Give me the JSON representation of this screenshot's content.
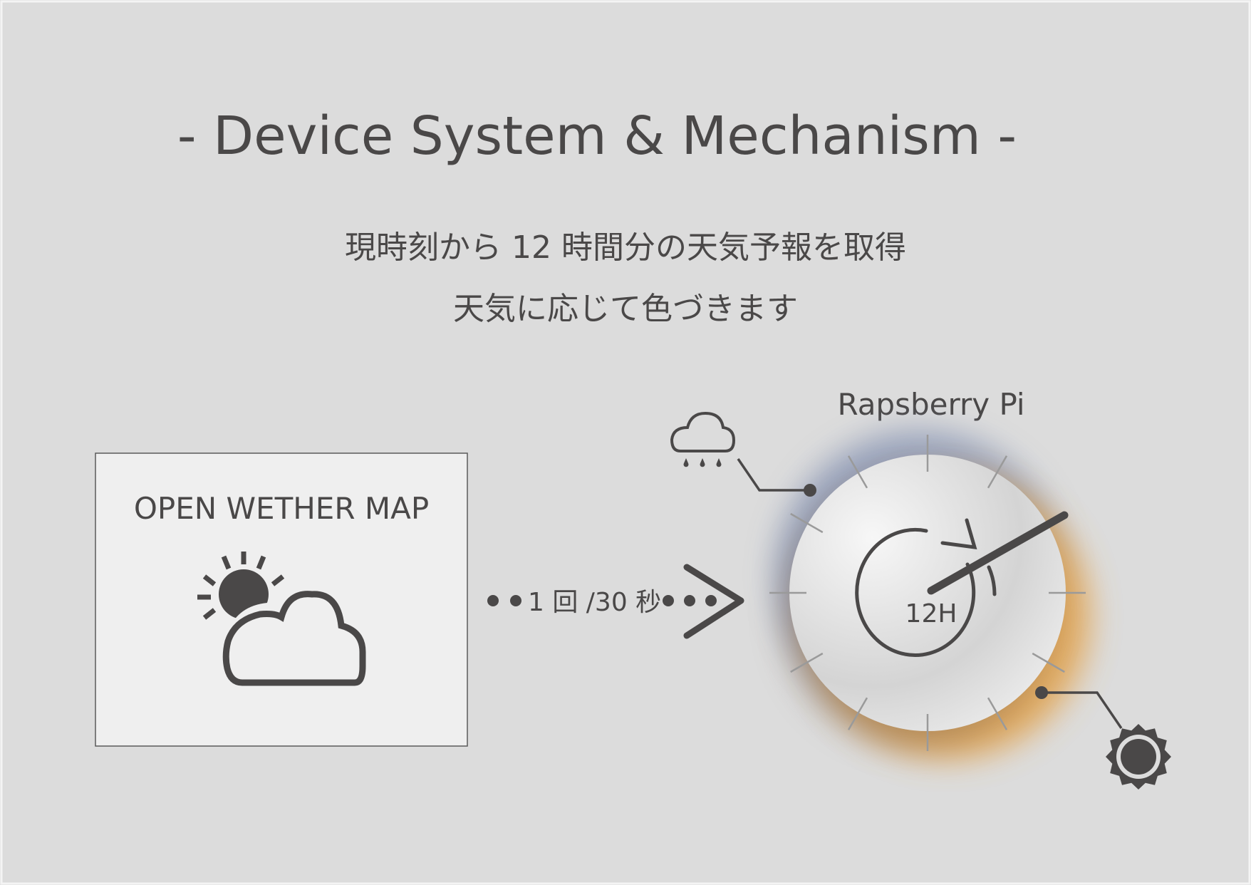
{
  "title": "- Device System & Mechanism -",
  "description": {
    "line1": "現時刻から 12 時間分の天気予報を取得",
    "line2": "天気に応じて色づきます"
  },
  "source_box": {
    "label": "OPEN WETHER MAP",
    "icon": "partly-cloudy-icon"
  },
  "flow": {
    "label": "1 回 /30 秒",
    "icon": "chevron-right-icon"
  },
  "device": {
    "label": "Rapsberry Pi",
    "dial_label": "12H",
    "rain_icon": "rain-cloud-icon",
    "sun_icon": "sun-icon"
  },
  "colors": {
    "background": "#dcdcdc",
    "text": "#4a4848",
    "rain_glow": "#8a96b4",
    "sun_glow": "#e3a24a"
  }
}
